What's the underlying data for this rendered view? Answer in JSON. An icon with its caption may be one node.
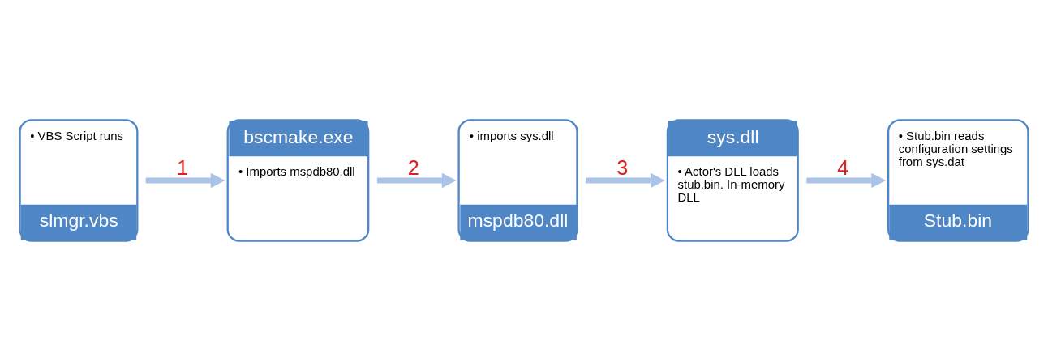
{
  "diagram": {
    "nodes": [
      {
        "text": [
          "• VBS Script runs",
          "slmgr.vbs"
        ]
      },
      {
        "text": [
          "bscmake.exe",
          "• Imports mspdb80.dll"
        ]
      },
      {
        "text": [
          "• imports sys.dll",
          "mspdb80.dll"
        ]
      },
      {
        "text": [
          "sys.dll",
          "• Actor's DLL loads stub.bin. In-memory DLL"
        ]
      },
      {
        "text": [
          "• Stub.bin reads configuration settings from sys.dat",
          "Stub.bin"
        ]
      }
    ],
    "edges": [
      {
        "from": 0,
        "to": 1,
        "arrow": "to",
        "label": "1"
      },
      {
        "from": 1,
        "to": 2,
        "arrow": "to",
        "label": "2"
      },
      {
        "from": 2,
        "to": 3,
        "arrow": "to",
        "label": "3"
      },
      {
        "from": 3,
        "to": 4,
        "arrow": "to",
        "label": "4"
      }
    ]
  }
}
